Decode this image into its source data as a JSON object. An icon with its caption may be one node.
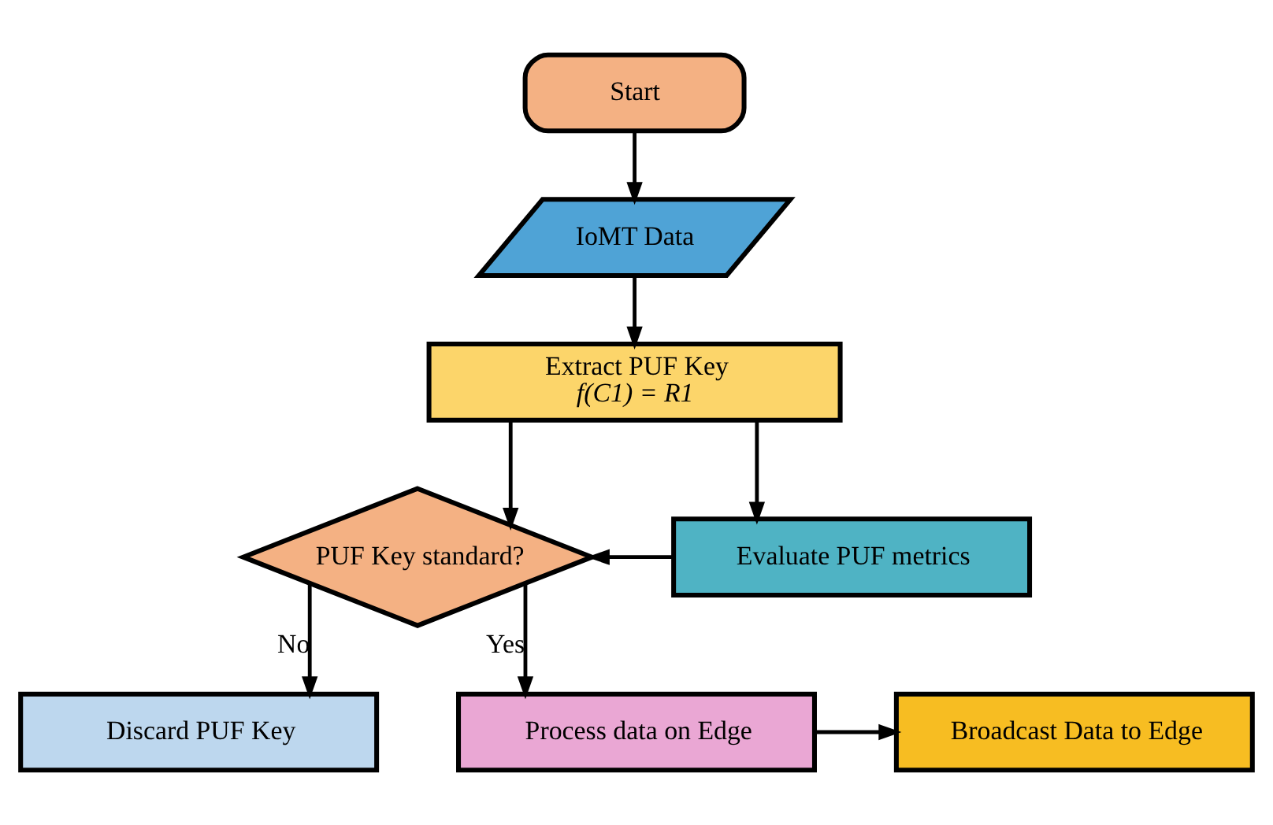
{
  "diagram": {
    "nodes": [
      {
        "text": [
          "Start"
        ]
      },
      {
        "text": [
          "IoMT Data"
        ]
      },
      {
        "text": [
          "Extract PUF Key",
          "f(C1) = R1"
        ]
      },
      {
        "text": [
          "PUF Key standard?"
        ]
      },
      {
        "text": [
          "Evaluate PUF metrics"
        ]
      },
      {
        "text": [
          "Discard PUF Key"
        ]
      },
      {
        "text": [
          "Process data on Edge"
        ]
      },
      {
        "text": [
          "Broadcast Data to Edge"
        ]
      }
    ],
    "edges": [
      {
        "from": 0,
        "to": 1,
        "arrow": "to"
      },
      {
        "from": 1,
        "to": 2,
        "arrow": "to"
      },
      {
        "from": 2,
        "to": 3,
        "arrow": "to"
      },
      {
        "from": 2,
        "to": 4,
        "arrow": "to"
      },
      {
        "from": 4,
        "to": 3,
        "arrow": "to"
      },
      {
        "from": 3,
        "to": 5,
        "arrow": "to",
        "label": "No"
      },
      {
        "from": 3,
        "to": 6,
        "arrow": "to",
        "label": "Yes"
      },
      {
        "from": 6,
        "to": 7,
        "arrow": "to"
      }
    ]
  }
}
